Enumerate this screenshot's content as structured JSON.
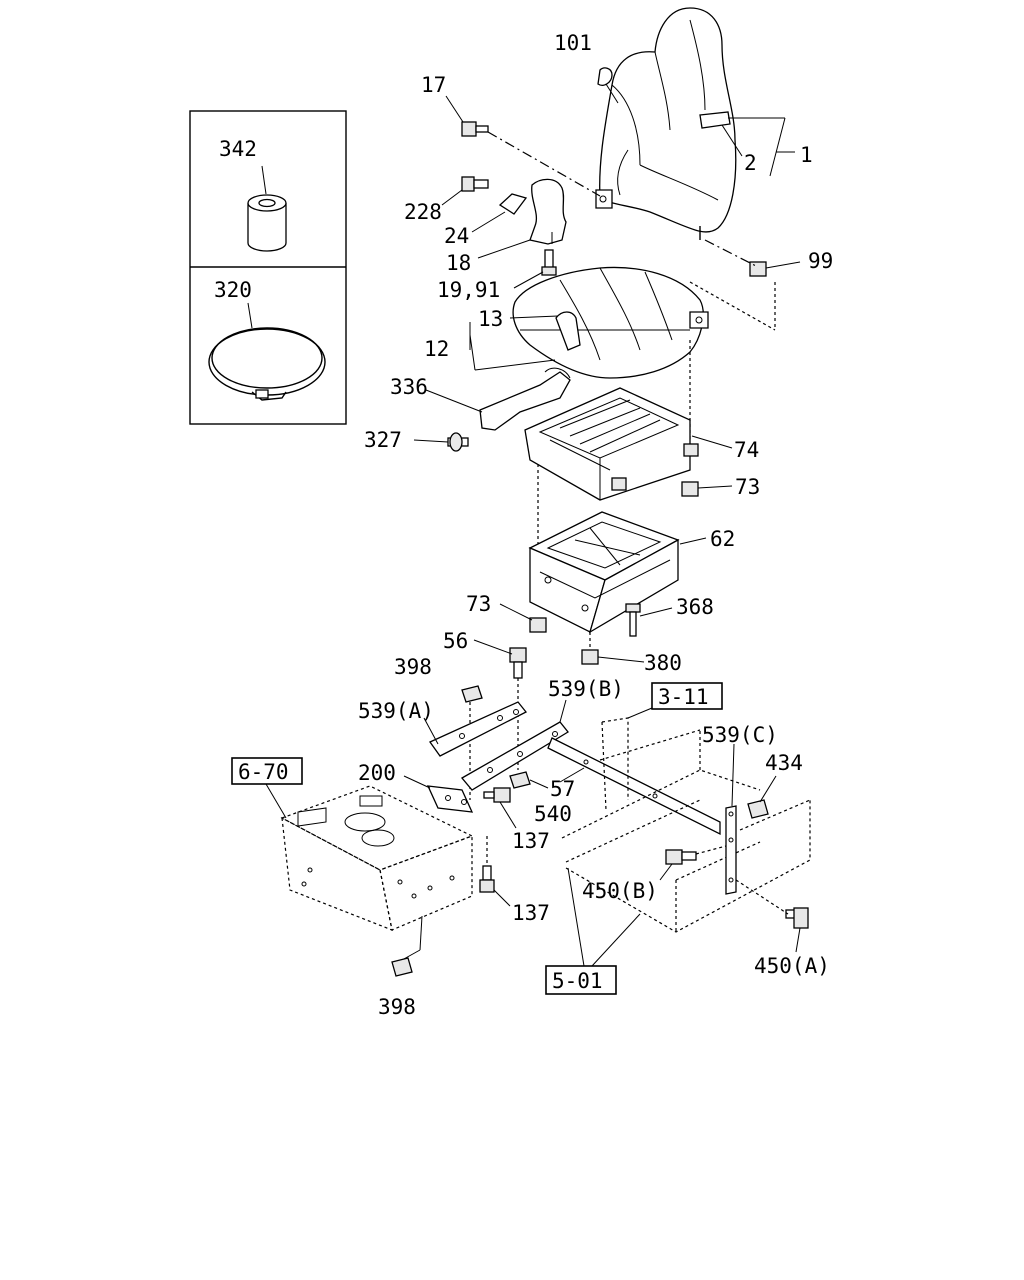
{
  "labels": {
    "p1": "1",
    "p2": "2",
    "p12": "12",
    "p13": "13",
    "p17": "17",
    "p18": "18",
    "p19_91": "19,91",
    "p24": "24",
    "p56": "56",
    "p57": "57",
    "p62": "62",
    "p73a": "73",
    "p73b": "73",
    "p74": "74",
    "p99": "99",
    "p101": "101",
    "p137a": "137",
    "p137b": "137",
    "p200": "200",
    "p228": "228",
    "p320": "320",
    "p327": "327",
    "p336": "336",
    "p342": "342",
    "p368": "368",
    "p380": "380",
    "p398a": "398",
    "p398b": "398",
    "p434": "434",
    "p450a": "450(A)",
    "p450b": "450(B)",
    "p539a": "539(A)",
    "p539b": "539(B)",
    "p539c": "539(C)",
    "p540": "540"
  },
  "refs": {
    "r311": "3-11",
    "r670": "6-70",
    "r501": "5-01"
  }
}
